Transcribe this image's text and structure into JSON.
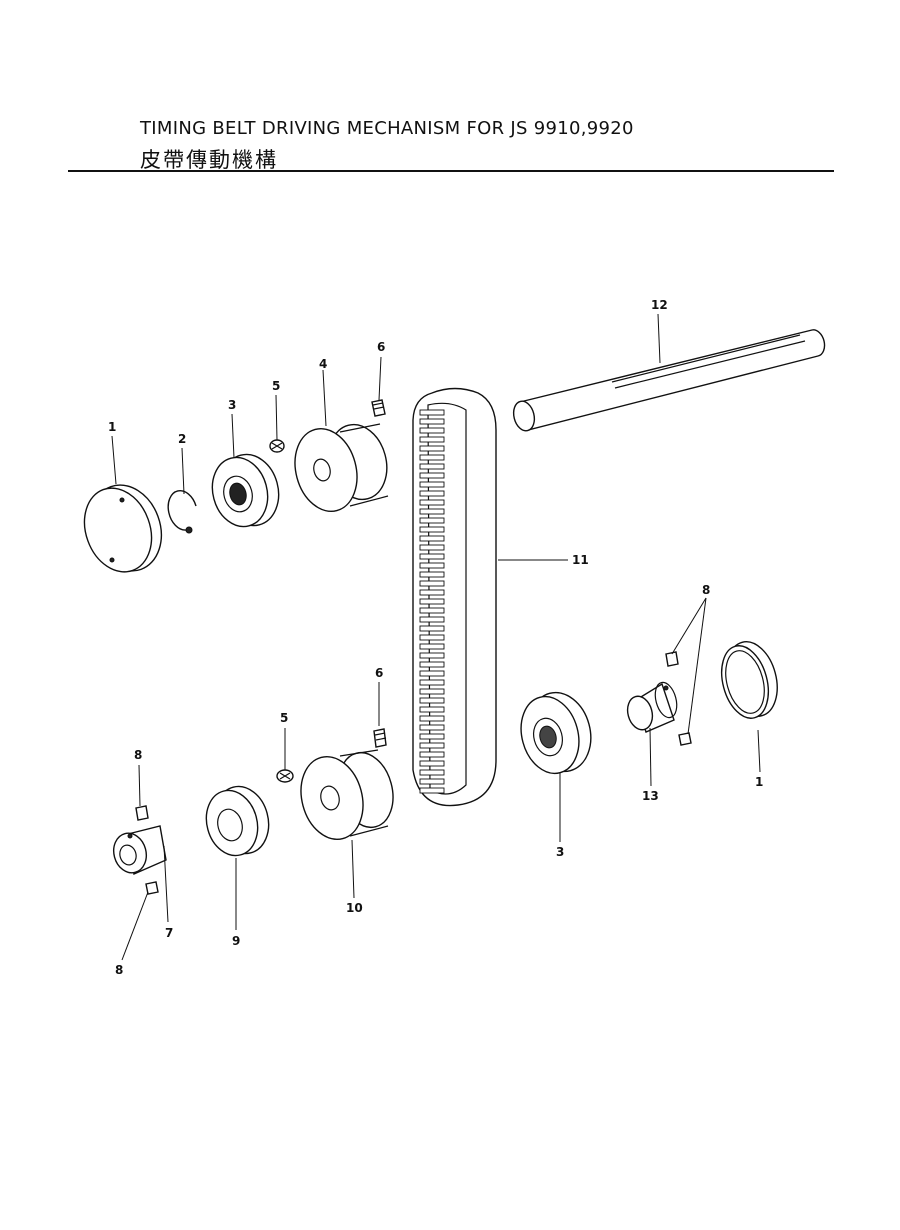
{
  "title": {
    "en": "TIMING BELT DRIVING MECHANISM FOR JS 9910,9920",
    "zh": "皮帶傳動機構"
  },
  "callouts": {
    "c1a": "1",
    "c2": "2",
    "c3a": "3",
    "c5a": "5",
    "c4": "4",
    "c6a": "6",
    "c12": "12",
    "c11": "11",
    "c8a": "8",
    "c1b": "1",
    "c13": "13",
    "c3b": "3",
    "c6b": "6",
    "c5b": "5",
    "c8b": "8",
    "c8c": "8",
    "c7": "7",
    "c9": "9",
    "c10": "10"
  }
}
